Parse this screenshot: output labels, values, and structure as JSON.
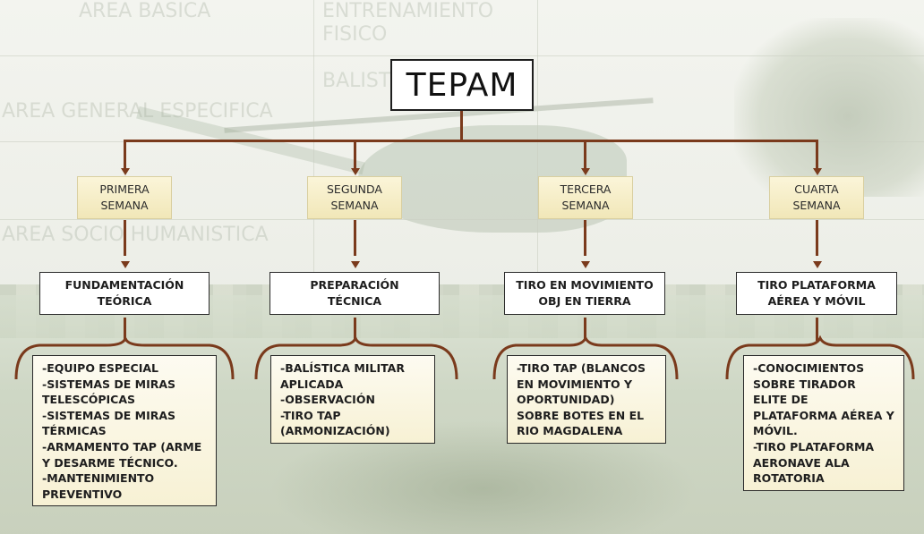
{
  "title": "TEPAM",
  "weeks": [
    {
      "label": "PRIMERA\nSEMANA",
      "topic": "FUNDAMENTACIÓN\nTEÓRICA",
      "details": [
        "-EQUIPO ESPECIAL",
        "-SISTEMAS DE MIRAS",
        "TELESCÓPICAS",
        "-SISTEMAS DE MIRAS",
        "TÉRMICAS",
        "-ARMAMENTO TAP (ARME",
        "Y DESARME TÉCNICO.",
        "-MANTENIMIENTO",
        "PREVENTIVO"
      ]
    },
    {
      "label": "SEGUNDA\nSEMANA",
      "topic": "PREPARACIÓN\nTÉCNICA",
      "details": [
        "-BALÍSTICA MILITAR",
        "APLICADA",
        "-OBSERVACIÓN",
        "-TIRO TAP",
        "(ARMONIZACIÓN)"
      ]
    },
    {
      "label": "TERCERA\nSEMANA",
      "topic": "TIRO EN MOVIMIENTO\nOBJ EN TIERRA",
      "details": [
        "-TIRO TAP (BLANCOS",
        "EN MOVIMIENTO Y",
        "OPORTUNIDAD)",
        "SOBRE BOTES EN EL",
        "RIO MAGDALENA"
      ]
    },
    {
      "label": "CUARTA\nSEMANA",
      "topic": "TIRO PLATAFORMA\nAÉREA Y MÓVIL",
      "details": [
        "-CONOCIMIENTOS",
        "SOBRE TIRADOR",
        "ELITE DE",
        "PLATAFORMA AÉREA Y",
        "MÓVIL.",
        "-TIRO PLATAFORMA",
        "AERONAVE ALA",
        "ROTATORIA"
      ]
    }
  ],
  "background_text": [
    "AREA BASICA",
    "ENTRENAMIENTO FISICO",
    "BALISTICA",
    "AREA GENERAL ESPECIFICA",
    "AREA SOCIO HUMANISTICA"
  ],
  "colors": {
    "connector": "#7a3a1c",
    "week_fill": "#f1e7b8",
    "detail_fill": "#f7f1d4",
    "box_border": "#2a2a2a"
  }
}
